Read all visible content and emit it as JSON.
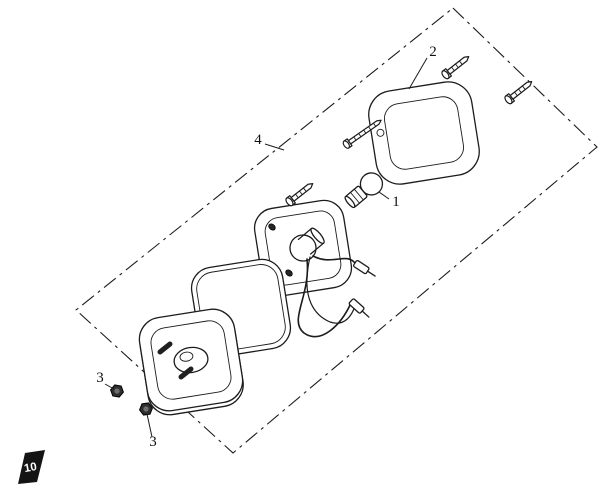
{
  "diagram": {
    "corner_mark": "10",
    "callouts": [
      {
        "label": "2"
      },
      {
        "label": "1"
      },
      {
        "label": "4"
      },
      {
        "label": "3"
      },
      {
        "label": "3"
      }
    ],
    "colors": {
      "line": "#1c1c1c",
      "background": "#ffffff",
      "fastener_fill": "#2f2f2f"
    }
  }
}
